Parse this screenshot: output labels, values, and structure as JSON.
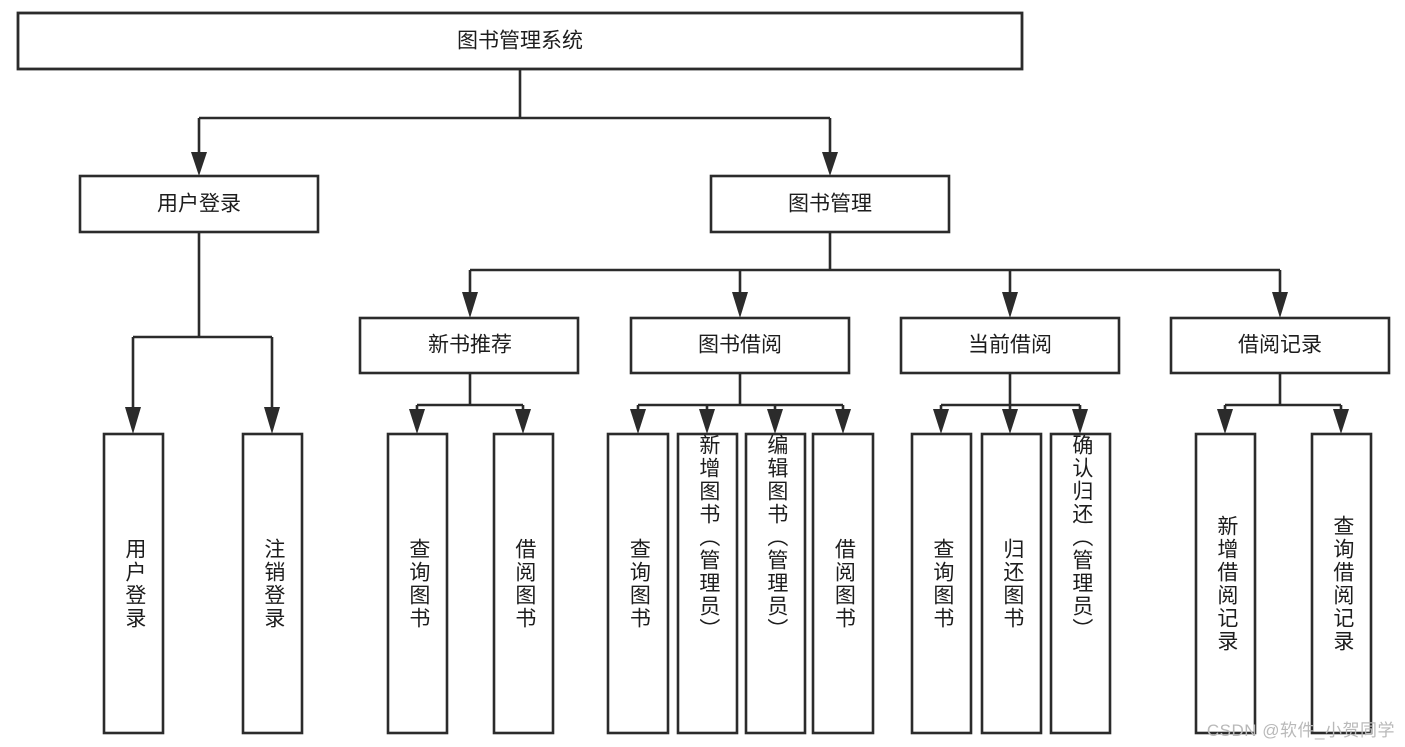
{
  "diagram": {
    "type": "hierarchy-tree",
    "title": "图书管理系统",
    "watermark": "CSDN @软件_小贺同学",
    "colors": {
      "stroke": "#2b2b2b",
      "fill": "#ffffff",
      "text": "#1d1d1d",
      "watermark": "#b9b9b9"
    },
    "nodes": {
      "root": {
        "label": "图书管理系统",
        "orientation": "horizontal"
      },
      "level1": [
        {
          "id": "user-login",
          "label": "用户登录",
          "orientation": "horizontal"
        },
        {
          "id": "book-manage",
          "label": "图书管理",
          "orientation": "horizontal"
        }
      ],
      "level2": [
        {
          "id": "new-book-recommend",
          "label": "新书推荐",
          "orientation": "horizontal"
        },
        {
          "id": "book-borrow",
          "label": "图书借阅",
          "orientation": "horizontal"
        },
        {
          "id": "current-borrow",
          "label": "当前借阅",
          "orientation": "horizontal"
        },
        {
          "id": "borrow-record",
          "label": "借阅记录",
          "orientation": "horizontal"
        }
      ],
      "leaves": [
        {
          "id": "leaf-user-login",
          "parent": "user-login",
          "label": "用户登录",
          "orientation": "vertical"
        },
        {
          "id": "leaf-logout",
          "parent": "user-login",
          "label": "注销登录",
          "orientation": "vertical"
        },
        {
          "id": "leaf-query-book-1",
          "parent": "new-book-recommend",
          "label": "查询图书",
          "orientation": "vertical"
        },
        {
          "id": "leaf-borrow-book-1",
          "parent": "new-book-recommend",
          "label": "借阅图书",
          "orientation": "vertical"
        },
        {
          "id": "leaf-query-book-2",
          "parent": "book-borrow",
          "label": "查询图书",
          "orientation": "vertical"
        },
        {
          "id": "leaf-add-book",
          "parent": "book-borrow",
          "label": "新增图书（管理员）",
          "orientation": "vertical"
        },
        {
          "id": "leaf-edit-book",
          "parent": "book-borrow",
          "label": "编辑图书（管理员）",
          "orientation": "vertical"
        },
        {
          "id": "leaf-borrow-book-2",
          "parent": "book-borrow",
          "label": "借阅图书",
          "orientation": "vertical"
        },
        {
          "id": "leaf-query-book-3",
          "parent": "current-borrow",
          "label": "查询图书",
          "orientation": "vertical"
        },
        {
          "id": "leaf-return-book",
          "parent": "current-borrow",
          "label": "归还图书",
          "orientation": "vertical"
        },
        {
          "id": "leaf-confirm-return",
          "parent": "current-borrow",
          "label": "确认归还（管理员）",
          "orientation": "vertical"
        },
        {
          "id": "leaf-add-record",
          "parent": "borrow-record",
          "label": "新增借阅记录",
          "orientation": "vertical"
        },
        {
          "id": "leaf-query-record",
          "parent": "borrow-record",
          "label": "查询借阅记录",
          "orientation": "vertical"
        }
      ]
    },
    "edges": [
      {
        "from": "图书管理系统",
        "to": "用户登录"
      },
      {
        "from": "图书管理系统",
        "to": "图书管理"
      },
      {
        "from": "用户登录",
        "to": "用户登录"
      },
      {
        "from": "用户登录",
        "to": "注销登录"
      },
      {
        "from": "图书管理",
        "to": "新书推荐"
      },
      {
        "from": "图书管理",
        "to": "图书借阅"
      },
      {
        "from": "图书管理",
        "to": "当前借阅"
      },
      {
        "from": "图书管理",
        "to": "借阅记录"
      },
      {
        "from": "新书推荐",
        "to": "查询图书"
      },
      {
        "from": "新书推荐",
        "to": "借阅图书"
      },
      {
        "from": "图书借阅",
        "to": "查询图书"
      },
      {
        "from": "图书借阅",
        "to": "新增图书（管理员）"
      },
      {
        "from": "图书借阅",
        "to": "编辑图书（管理员）"
      },
      {
        "from": "图书借阅",
        "to": "借阅图书"
      },
      {
        "from": "当前借阅",
        "to": "查询图书"
      },
      {
        "from": "当前借阅",
        "to": "归还图书"
      },
      {
        "from": "当前借阅",
        "to": "确认归还（管理员）"
      },
      {
        "from": "借阅记录",
        "to": "新增借阅记录"
      },
      {
        "from": "借阅记录",
        "to": "查询借阅记录"
      }
    ]
  }
}
